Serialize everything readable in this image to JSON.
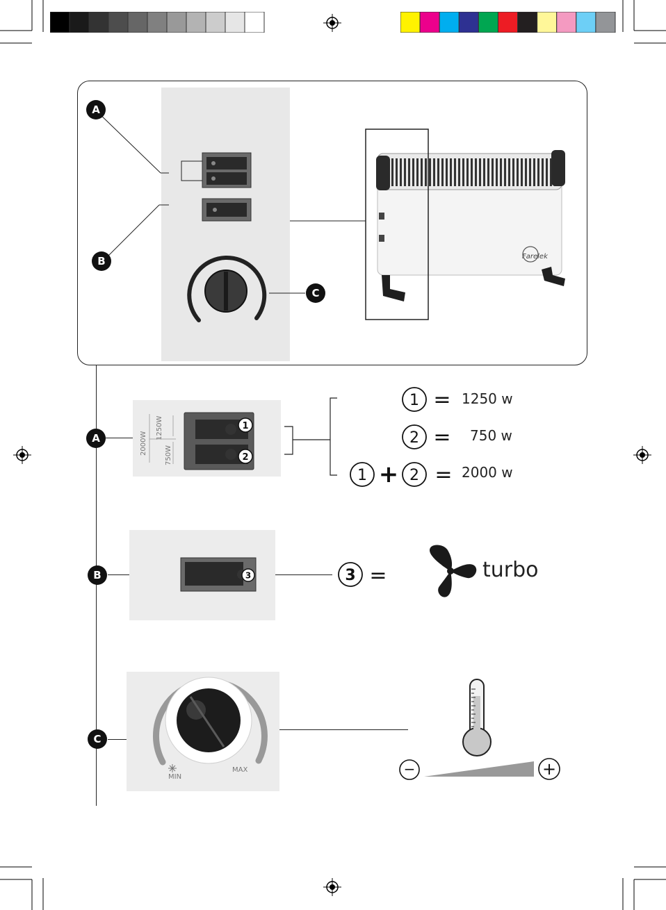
{
  "colors": {
    "gray_ramp": [
      "#000000",
      "#1a1a1a",
      "#333333",
      "#4d4d4d",
      "#666666",
      "#808080",
      "#999999",
      "#b3b3b3",
      "#cccccc",
      "#e6e6e6",
      "#ffffff"
    ],
    "color_bar": [
      "#fff200",
      "#ec008c",
      "#00aeef",
      "#2e3192",
      "#00a651",
      "#ed1c24",
      "#231f20",
      "#fff799",
      "#f49ac1",
      "#6dcff6",
      "#939598"
    ],
    "panel_gray": "#e8e8e8",
    "ink": "#111111"
  },
  "overview": {
    "callout_a": "A",
    "callout_b": "B",
    "callout_c": "C",
    "brand": "Farelek"
  },
  "section_a": {
    "label": "A",
    "panel_labels": [
      "2000W",
      "1250W",
      "750W"
    ],
    "switch_badges": [
      "1",
      "2"
    ],
    "equations": [
      {
        "terms": [
          "1"
        ],
        "equals": "=",
        "value": "1250 w"
      },
      {
        "terms": [
          "2"
        ],
        "equals": "=",
        "value": "750 w"
      },
      {
        "terms": [
          "1",
          "2"
        ],
        "plus": "+",
        "equals": "=",
        "value": "2000 w"
      }
    ]
  },
  "section_b": {
    "label": "B",
    "switch_badge": "3",
    "term": "3",
    "equals": "=",
    "fan_icon": "fan-icon",
    "mode_label": "turbo"
  },
  "section_c": {
    "label": "C",
    "dial_min": "MIN",
    "dial_max": "MAX",
    "frost_icon": "snowflake-icon",
    "thermometer_icon": "thermometer-icon",
    "minus_symbol": "−",
    "plus_symbol": "+"
  }
}
